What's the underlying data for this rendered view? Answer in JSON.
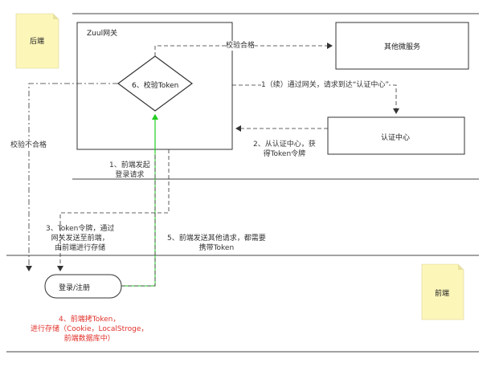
{
  "notes": {
    "backend": "后端",
    "frontend": "前端"
  },
  "zuul": {
    "title": "Zuul网关"
  },
  "validate": {
    "label": "6、校验Token"
  },
  "services": {
    "other": "其他微服务",
    "auth": "认证中心"
  },
  "login": {
    "label": "登录/注册"
  },
  "steps": {
    "pass": "校验合格",
    "fail": "校验不合格",
    "s1_line1": "1、前端发起",
    "s1_line2": "登录请求",
    "s1b": "1（续）通过网关，请求到达“认证中心”",
    "s2_line1": "2、从认证中心，获",
    "s2_line2": "得Token令牌",
    "s3_line1": "3、Token令牌，通过",
    "s3_line2": "网关发送至前端，",
    "s3_line3": "由前端进行存储",
    "s4_line1": "4、前端拷Token，",
    "s4_line2": "进行存储（Cookie，LocalStroge，",
    "s4_line3": "前端数据库中）",
    "s5_line1": "5、前端发送其他请求，都需要",
    "s5_line2": "携带Token"
  },
  "colors": {
    "note_fill": "#fcf6b9",
    "note_fold": "#e8e2a0",
    "line": "#333333",
    "green": "#22cc22",
    "red": "#e0312b"
  }
}
